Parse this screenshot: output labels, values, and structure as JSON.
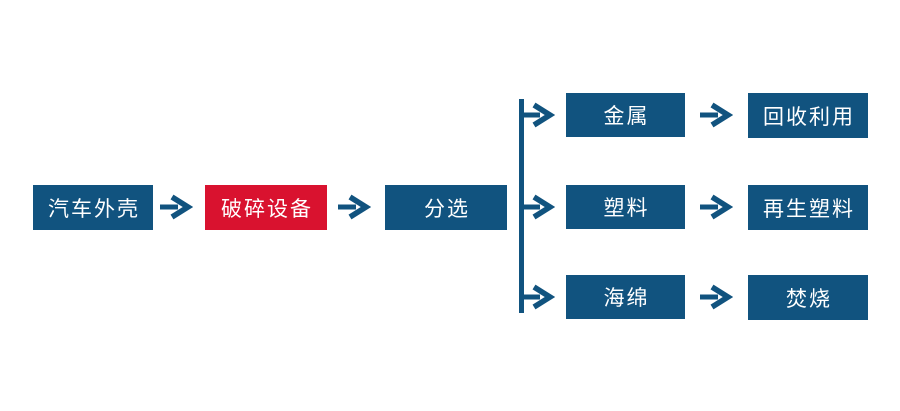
{
  "diagram": {
    "type": "flowchart",
    "background": "#ffffff",
    "colors": {
      "primary_blue": "#11537f",
      "accent_red": "#d9122f",
      "arrow_blue": "#11537f",
      "text": "#ffffff"
    },
    "flow": {
      "main": [
        {
          "label": "汽车外壳",
          "variant": "blue"
        },
        {
          "label": "破碎设备",
          "variant": "red"
        },
        {
          "label": "分选",
          "variant": "blue"
        }
      ],
      "branches": [
        {
          "material": "金属",
          "output": "回收利用"
        },
        {
          "material": "塑料",
          "output": "再生塑料"
        },
        {
          "material": "海绵",
          "output": "焚烧"
        }
      ]
    }
  }
}
